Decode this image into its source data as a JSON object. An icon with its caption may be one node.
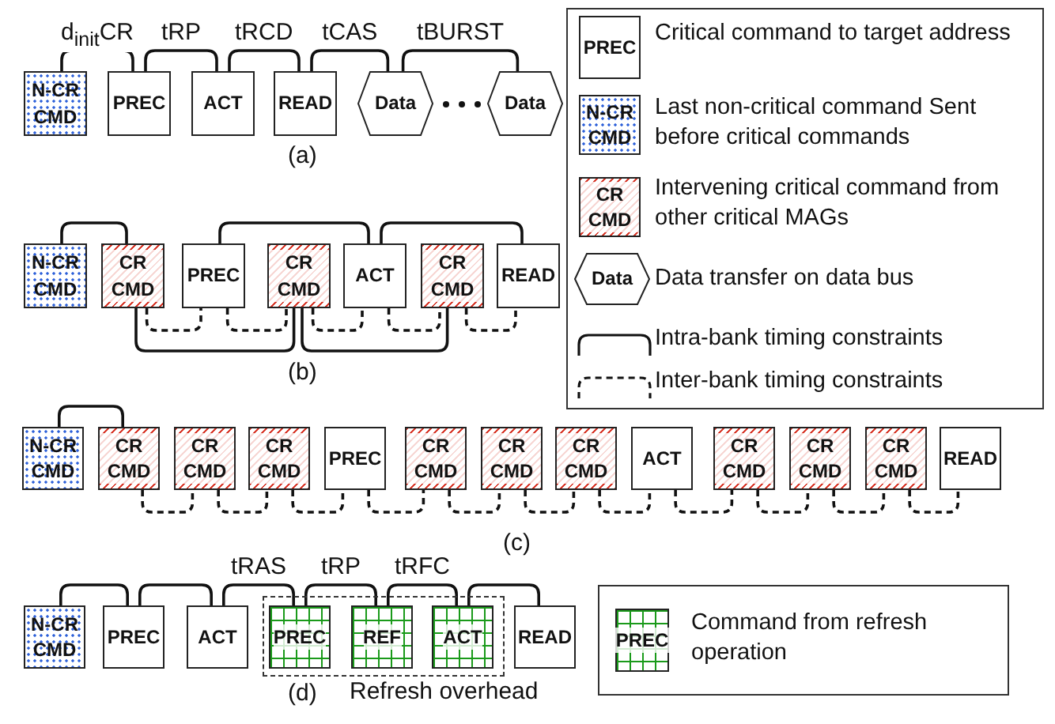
{
  "diagram": {
    "nodes": [
      {
        "text": [
          "N-CR CMD"
        ]
      },
      {
        "text": [
          "PREC"
        ]
      },
      {
        "text": [
          "ACT"
        ]
      },
      {
        "text": [
          "READ"
        ]
      },
      {
        "text": [
          "Data"
        ]
      },
      {
        "text": [
          "Data"
        ]
      },
      {
        "text": [
          "N-CR CMD"
        ]
      },
      {
        "text": [
          "CR CMD"
        ]
      },
      {
        "text": [
          "PREC"
        ]
      },
      {
        "text": [
          "CR CMD"
        ]
      },
      {
        "text": [
          "ACT"
        ]
      },
      {
        "text": [
          "CR CMD"
        ]
      },
      {
        "text": [
          "READ"
        ]
      },
      {
        "text": [
          "N-CR CMD"
        ]
      },
      {
        "text": [
          "CR CMD"
        ]
      },
      {
        "text": [
          "CR CMD"
        ]
      },
      {
        "text": [
          "CR CMD"
        ]
      },
      {
        "text": [
          "PREC"
        ]
      },
      {
        "text": [
          "CR CMD"
        ]
      },
      {
        "text": [
          "CR CMD"
        ]
      },
      {
        "text": [
          "CR CMD"
        ]
      },
      {
        "text": [
          "ACT"
        ]
      },
      {
        "text": [
          "CR CMD"
        ]
      },
      {
        "text": [
          "CR CMD"
        ]
      },
      {
        "text": [
          "CR CMD"
        ]
      },
      {
        "text": [
          "READ"
        ]
      },
      {
        "text": [
          "N-CR CMD"
        ]
      },
      {
        "text": [
          "PREC"
        ]
      },
      {
        "text": [
          "ACT"
        ]
      },
      {
        "text": [
          "Refresh overhead"
        ]
      },
      {
        "text": [
          "PREC"
        ],
        "in": 29
      },
      {
        "text": [
          "REF"
        ],
        "in": 29
      },
      {
        "text": [
          "ACT"
        ],
        "in": 29
      },
      {
        "text": [
          "READ"
        ]
      },
      {
        "text": [
          "PREC"
        ]
      },
      {
        "text": [
          "N-CR CMD"
        ]
      },
      {
        "text": [
          "CR CMD"
        ]
      },
      {
        "text": [
          "Data"
        ]
      },
      {
        "text": [
          "PREC"
        ]
      }
    ],
    "edges": [
      {
        "from": 0,
        "to": 1,
        "arrow": "none",
        "label": "d$_{init}$CR"
      },
      {
        "from": 1,
        "to": 2,
        "arrow": "none",
        "label": "tRP"
      },
      {
        "from": 2,
        "to": 3,
        "arrow": "none",
        "label": "tRCD"
      },
      {
        "from": 3,
        "to": 4,
        "arrow": "none",
        "label": "tCAS"
      },
      {
        "from": 4,
        "to": 5,
        "arrow": "none",
        "label": "tBURST"
      },
      {
        "from": 6,
        "to": 7,
        "arrow": "none"
      },
      {
        "from": 7,
        "to": 8,
        "arrow": "none",
        "style": "dashed"
      },
      {
        "from": 7,
        "to": 9,
        "arrow": "none"
      },
      {
        "from": 8,
        "to": 9,
        "arrow": "none",
        "style": "dashed"
      },
      {
        "from": 8,
        "to": 10,
        "arrow": "none"
      },
      {
        "from": 9,
        "to": 10,
        "arrow": "none",
        "style": "dashed"
      },
      {
        "from": 9,
        "to": 11,
        "arrow": "none"
      },
      {
        "from": 10,
        "to": 11,
        "arrow": "none",
        "style": "dashed"
      },
      {
        "from": 10,
        "to": 12,
        "arrow": "none"
      },
      {
        "from": 11,
        "to": 12,
        "arrow": "none",
        "style": "dashed"
      },
      {
        "from": 13,
        "to": 14,
        "arrow": "none"
      },
      {
        "from": 14,
        "to": 15,
        "arrow": "none",
        "style": "dashed"
      },
      {
        "from": 15,
        "to": 16,
        "arrow": "none",
        "style": "dashed"
      },
      {
        "from": 16,
        "to": 17,
        "arrow": "none",
        "style": "dashed"
      },
      {
        "from": 17,
        "to": 18,
        "arrow": "none",
        "style": "dashed"
      },
      {
        "from": 18,
        "to": 19,
        "arrow": "none",
        "style": "dashed"
      },
      {
        "from": 19,
        "to": 20,
        "arrow": "none",
        "style": "dashed"
      },
      {
        "from": 20,
        "to": 21,
        "arrow": "none",
        "style": "dashed"
      },
      {
        "from": 21,
        "to": 22,
        "arrow": "none",
        "style": "dashed"
      },
      {
        "from": 22,
        "to": 23,
        "arrow": "none",
        "style": "dashed"
      },
      {
        "from": 23,
        "to": 24,
        "arrow": "none",
        "style": "dashed"
      },
      {
        "from": 24,
        "to": 25,
        "arrow": "none",
        "style": "dashed"
      },
      {
        "from": 26,
        "to": 27,
        "arrow": "none"
      },
      {
        "from": 27,
        "to": 28,
        "arrow": "none"
      },
      {
        "from": 28,
        "to": 30,
        "arrow": "none",
        "label": "tRAS"
      },
      {
        "from": 30,
        "to": 31,
        "arrow": "none",
        "label": "tRP"
      },
      {
        "from": 31,
        "to": 32,
        "arrow": "none",
        "label": "tRFC"
      },
      {
        "from": 32,
        "to": 33,
        "arrow": "none"
      }
    ],
    "labels": [
      "(a)",
      "(b)",
      "(c)",
      "(d)"
    ],
    "legend": [
      {
        "text": "Critical command to target address"
      },
      {
        "text": "Last non-critical command Sent before critical commands"
      },
      {
        "text": "Intervening critical command from other critical MAGs"
      },
      {
        "text": "Data transfer on data bus"
      },
      {
        "text": "Intra-bank timing constraints"
      },
      {
        "text": "Inter-bank timing constraints"
      },
      {
        "text": "Command from refresh operation"
      }
    ]
  }
}
